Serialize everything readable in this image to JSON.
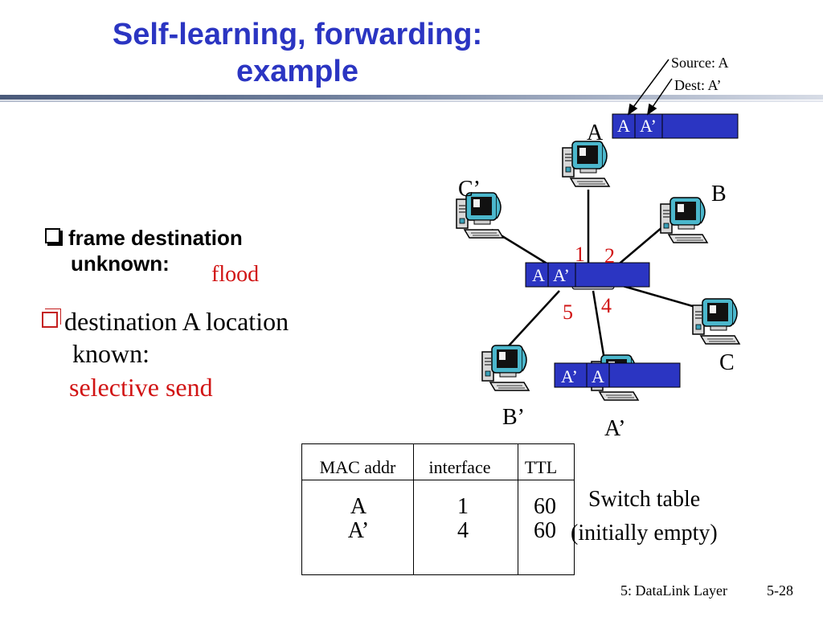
{
  "slide": {
    "title_line1": "Self-learning, forwarding:",
    "title_line2": "example"
  },
  "bullets": {
    "b1_line1": "frame destination",
    "b1_line2": "unknown:",
    "b1_action": "flood",
    "b2_line1": "destination A location",
    "b2_line2": "known:",
    "b2_action": "selective send"
  },
  "diagram": {
    "frame_annotation_source": "Source: A",
    "frame_annotation_dest": "Dest: A’",
    "hosts": {
      "A": "A",
      "B": "B",
      "C": "C",
      "C_prime": "C’",
      "B_prime": "B’",
      "A_prime": "A’"
    },
    "ports": [
      "1",
      "2",
      "4",
      "5"
    ],
    "frames": {
      "top": [
        "A",
        "A’"
      ],
      "switch": [
        "A",
        "A’"
      ],
      "bottom": [
        "A’",
        "A"
      ]
    }
  },
  "switch_table": {
    "headers": [
      "MAC addr",
      "interface",
      "TTL"
    ],
    "rows": [
      {
        "mac": "A",
        "interface": "1",
        "ttl": "60"
      },
      {
        "mac": "A’",
        "interface": "4",
        "ttl": "60"
      }
    ],
    "caption_line1": "Switch table",
    "caption_line2": "(initially empty)"
  },
  "footer": {
    "chapter": "5: DataLink Layer",
    "page": "5-28"
  },
  "colors": {
    "title": "#2b35c2",
    "frame": "#2b35c2",
    "highlight": "#d11414"
  }
}
